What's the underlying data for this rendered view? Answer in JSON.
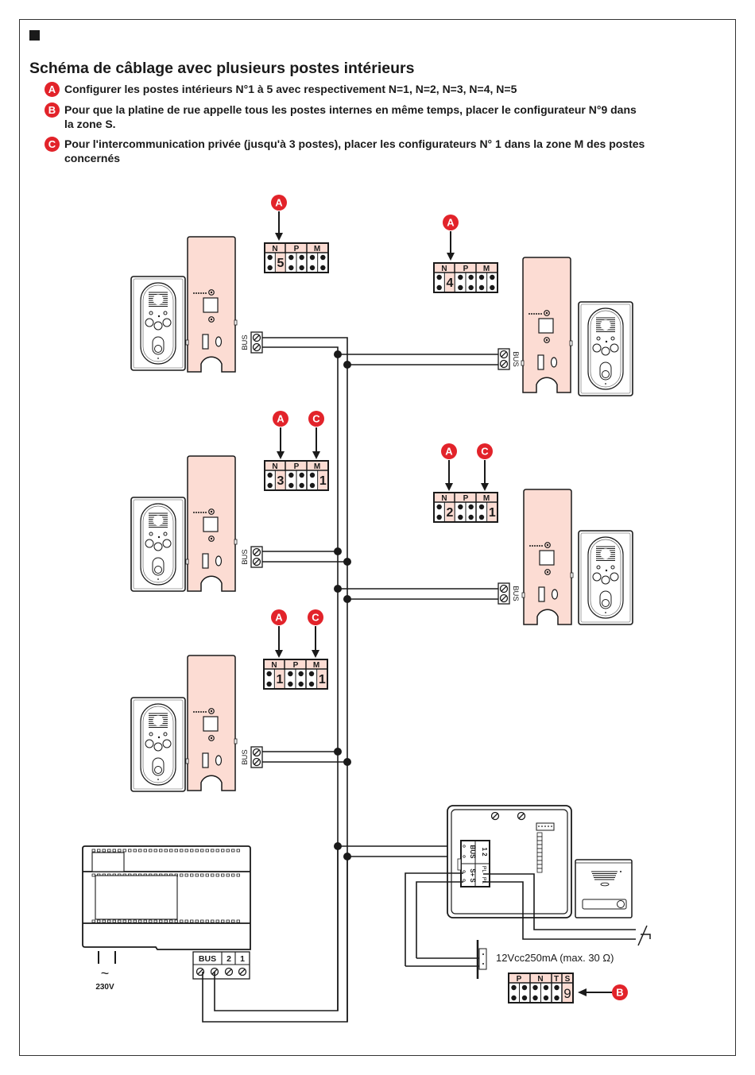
{
  "header": {
    "title": "Schéma de câblage avec plusieurs postes intérieurs"
  },
  "notes": [
    {
      "badge": "A",
      "text": "Configurer les postes intérieurs N°1 à 5 avec respectivement N=1, N=2, N=3, N=4, N=5"
    },
    {
      "badge": "B",
      "text": "Pour que la platine de rue appelle tous les postes internes en même temps, placer le configurateur N°9 dans la zone S."
    },
    {
      "badge": "C",
      "text": "Pour l'intercommunication privée (jusqu'à 3 postes), placer les configurateurs N° 1 dans la zone M des postes concernés"
    }
  ],
  "colors": {
    "badge_red": "#e2232a",
    "device_pink": "#fcdcd3",
    "line": "#1a1a1a"
  },
  "stations": [
    {
      "id": "station-1",
      "side": "left",
      "N": "5",
      "M": "",
      "badges": [
        "A"
      ],
      "bus_label": "BUS"
    },
    {
      "id": "station-2",
      "side": "right",
      "N": "4",
      "M": "",
      "badges": [
        "A"
      ],
      "bus_label": "BUS"
    },
    {
      "id": "station-3",
      "side": "left",
      "N": "3",
      "M": "1",
      "badges": [
        "A",
        "C"
      ],
      "bus_label": "BUS"
    },
    {
      "id": "station-4",
      "side": "right",
      "N": "2",
      "M": "1",
      "badges": [
        "A",
        "C"
      ],
      "bus_label": "BUS"
    },
    {
      "id": "station-5",
      "side": "left",
      "N": "1",
      "M": "1",
      "badges": [
        "A",
        "C"
      ],
      "bus_label": "BUS"
    }
  ],
  "config_headers": {
    "N": "N",
    "P": "P",
    "M": "M"
  },
  "power_supply": {
    "terminals": [
      "BUS",
      "2",
      "1"
    ],
    "mains_symbol": "~",
    "mains_label": "230V"
  },
  "door_panel": {
    "terminals": [
      "BUS",
      "1 2",
      "S+ S",
      "PL",
      "PL"
    ],
    "lock_label": "12Vcc250mA (max. 30 Ω)",
    "config_headers": [
      "P",
      "N",
      "T",
      "S"
    ],
    "config_S": "9",
    "badge": "B"
  }
}
